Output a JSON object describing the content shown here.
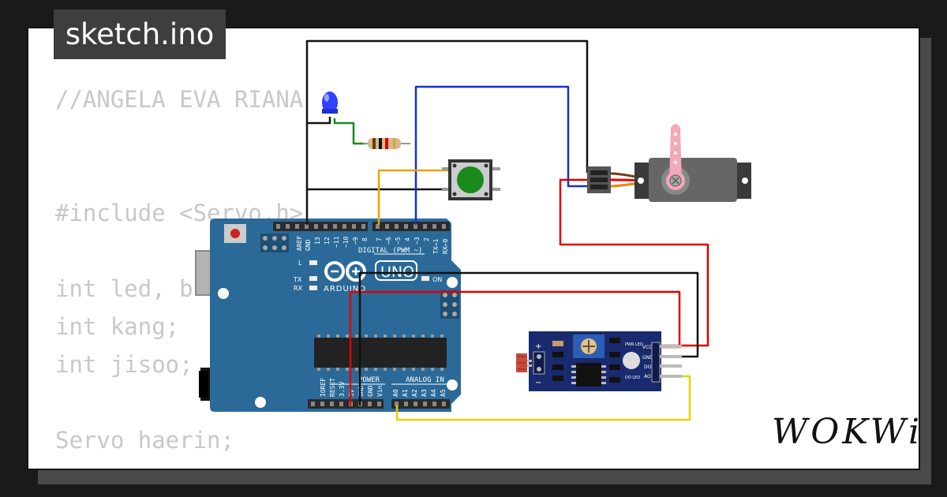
{
  "file_tab": {
    "label": "sketch.ino"
  },
  "code_lines": [
    "//ANGELA EVA RIANA",
    "",
    "",
    "#include <Servo.h>",
    "",
    "int led, b",
    "int kang;",
    "int jisoo;",
    "",
    "Servo haerin;"
  ],
  "brand": {
    "label": "WOKWi"
  },
  "arduino": {
    "model": "UNO",
    "maker": "ARDUINO",
    "header_digital": "DIGITAL (PWM ~)",
    "header_power": "POWER",
    "header_analog": "ANALOG IN",
    "on_label": "ON",
    "led_l": "L",
    "led_tx": "TX",
    "led_rx": "RX",
    "digital_pins": [
      "AREF",
      "GND",
      "13",
      "12",
      "~11",
      "~10",
      "~9",
      "8",
      "7",
      "~6",
      "~5",
      "4",
      "~3",
      "2",
      "TX→1",
      "RX←0"
    ],
    "power_pins": [
      "IOREF",
      "RESET",
      "3.3V",
      "5V",
      "GND",
      "GND",
      "Vin"
    ],
    "analog_pins": [
      "A0",
      "A1",
      "A2",
      "A3",
      "A4",
      "A5"
    ]
  },
  "sensor": {
    "pins": [
      "VCC",
      "GND",
      "DO",
      "AO"
    ],
    "pwr_led": "PWR LED",
    "do_led": "DO LED",
    "plus": "+",
    "minus": "−"
  },
  "colors": {
    "board": "#2b6a98",
    "wire_black": "#111111",
    "wire_blue": "#1530d0",
    "wire_red": "#e00000",
    "wire_yellow": "#f0d000",
    "wire_orange": "#f0a000",
    "wire_green": "#1a8a1a",
    "sensor_board": "#1a2a6e",
    "button_cap": "#1a8a1a",
    "servo_horn": "#f4a8b8",
    "led": "#3040ff"
  },
  "icons": [
    "logo-infinity-icon",
    "reset-button-icon",
    "usb-port-icon",
    "power-jack-icon"
  ]
}
